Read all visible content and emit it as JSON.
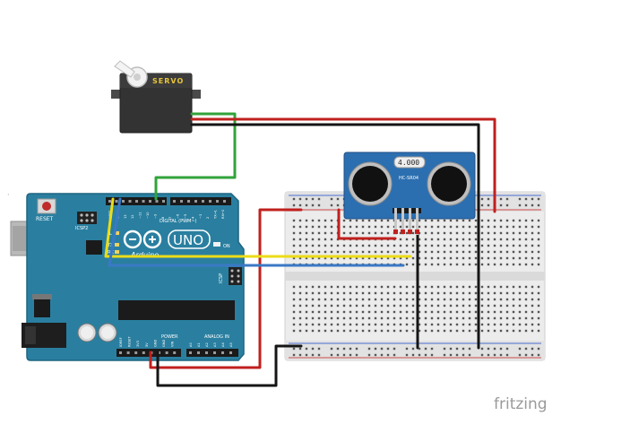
{
  "servo": {
    "label": "SERVO"
  },
  "sensor": {
    "display": "4.000",
    "model": "HC-SR04"
  },
  "arduino": {
    "reset_label": "RESET",
    "icsp2_label": "ICSP2",
    "digital_label": "DIGITAL (PWM~)",
    "uno_label": "UNO",
    "brand_label": "Arduino",
    "on_label": "ON",
    "tx_label": "TX",
    "rx_label": "RX",
    "l_label": "L",
    "icsp_label": "ICSP",
    "power_label": "POWER",
    "analog_label": "ANALOG IN",
    "pin_labels_top": [
      "AREF",
      "GND",
      "13",
      "12",
      "~11",
      "~10",
      "~9",
      "8",
      "7",
      "~6",
      "~5",
      "4",
      "~3",
      "2",
      "TX→1",
      "RX←0"
    ],
    "pin_labels_power": [
      "IOREF",
      "RESET",
      "3V3",
      "5V",
      "GND",
      "GND",
      "VIN"
    ],
    "pin_labels_analog": [
      "A0",
      "A1",
      "A2",
      "A3",
      "A4",
      "A5"
    ]
  },
  "watermark": {
    "text": "fritzing"
  },
  "colors": {
    "board": "#2a7fa0",
    "board_edge": "#1f6581",
    "breadboard": "#e6e6e6",
    "wire_red": "#c0201e",
    "wire_black": "#151515",
    "wire_green": "#31a33a",
    "wire_yellow": "#ecdc18",
    "wire_blue": "#3a78c4",
    "sensor_board": "#2c6fb0",
    "servo_body": "#333333",
    "servo_label": "#e8c33a"
  }
}
